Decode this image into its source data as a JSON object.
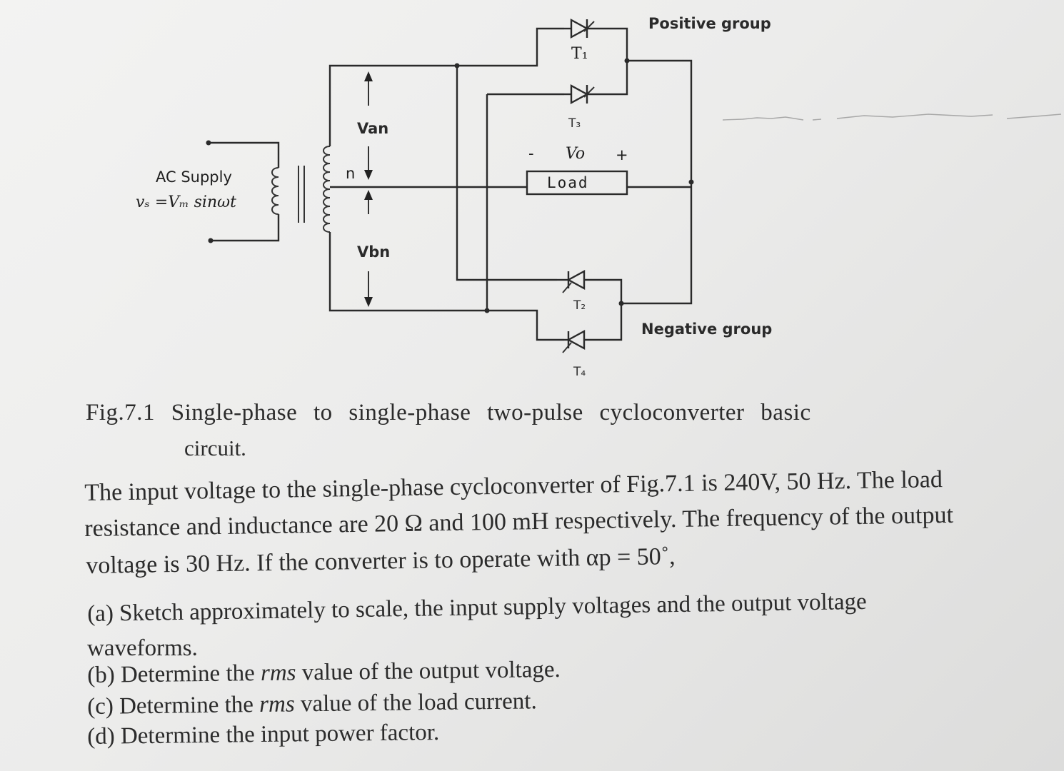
{
  "diagram": {
    "positive_group": "Positive group",
    "negative_group": "Negative group",
    "ac_supply": "AC Supply",
    "supply_eq": "vₛ =Vₘ sinωt",
    "van": "Van",
    "vbn": "Vbn",
    "n": "n",
    "t1": "T₁",
    "t2": "T₂",
    "t3": "T₃",
    "t4": "T₄",
    "vo": "Vo",
    "minus": "-",
    "plus": "+",
    "load": "Load"
  },
  "caption": {
    "line1": "Fig.7.1 Single-phase to single-phase two-pulse cycloconverter basic",
    "line2": "circuit."
  },
  "problem": {
    "line1": "The input voltage to the single-phase cycloconverter of Fig.7.1 is 240V, 50 Hz. The load",
    "line2": "resistance and inductance are 20 Ω and 100 mH respectively. The frequency of the output",
    "line3": "voltage is 30 Hz. If the converter is to operate with αp = 50˚,"
  },
  "questions": {
    "a1": "(a) Sketch approximately to scale, the input supply voltages and the output voltage",
    "a2": "waveforms.",
    "b_pre": "(b) Determine the ",
    "b_rms": "rms",
    "b_post": " value of the output voltage.",
    "c_pre": "(c) Determine the ",
    "c_rms": "rms",
    "c_post": " value of the load current.",
    "d": "(d) Determine the input power factor."
  }
}
